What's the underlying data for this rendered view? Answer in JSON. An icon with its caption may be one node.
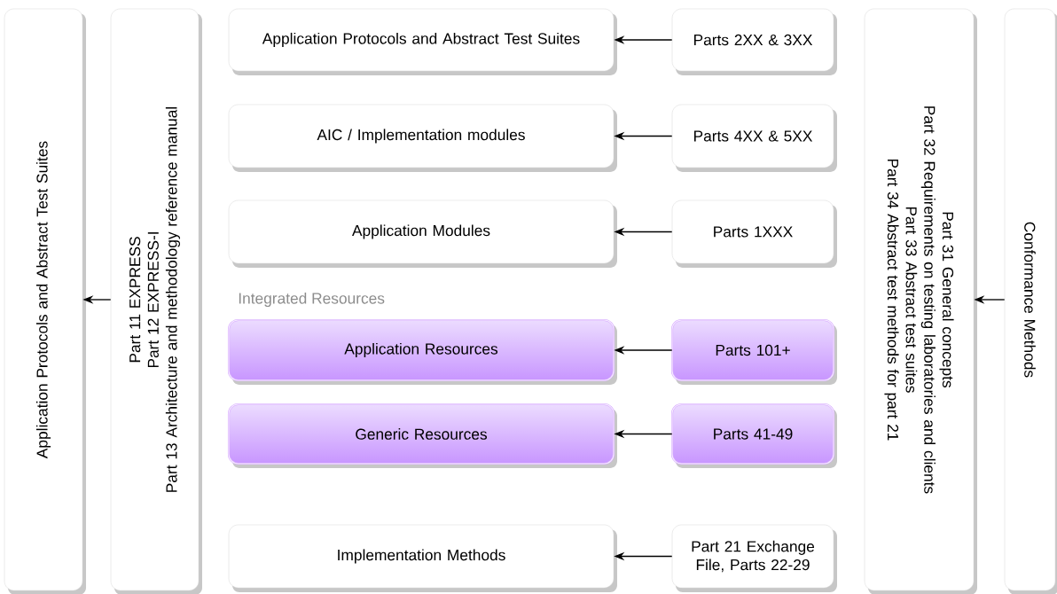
{
  "diagram": {
    "nodes": [
      {
        "text": [
          "Application Protocols and Abstract Test Suites"
        ]
      },
      {
        "text": [
          "Part 11 EXPRESS",
          "Part 12 EXPRESS-I",
          "Part 13 Architecture and methodology reference manual"
        ]
      },
      {
        "text": [
          "Application Protocols and Abstract Test Suites"
        ]
      },
      {
        "text": [
          "Parts 2XX & 3XX"
        ]
      },
      {
        "text": [
          "AIC / Implementation modules"
        ]
      },
      {
        "text": [
          "Parts 4XX & 5XX"
        ]
      },
      {
        "text": [
          "Application Modules"
        ]
      },
      {
        "text": [
          "Parts 1XXX"
        ]
      },
      {
        "text": [
          "Application Resources"
        ]
      },
      {
        "text": [
          "Parts 101+"
        ]
      },
      {
        "text": [
          "Generic Resources"
        ]
      },
      {
        "text": [
          "Parts 41-49"
        ]
      },
      {
        "text": [
          "Implementation Methods"
        ]
      },
      {
        "text": [
          "Part 21 Exchange File, Parts 22-29"
        ]
      },
      {
        "text": [
          "Part 31 General concepts",
          "Part 32 Requirements on testing laboratories and clients",
          "Part 33 Abstract test suites",
          "Part 34 Abstract test methods for part 21"
        ]
      },
      {
        "text": [
          "Conformance Methods"
        ]
      }
    ],
    "edges": [
      {
        "from": 1,
        "to": 0,
        "arrow": "to"
      },
      {
        "from": 3,
        "to": 2,
        "arrow": "to"
      },
      {
        "from": 5,
        "to": 4,
        "arrow": "to"
      },
      {
        "from": 7,
        "to": 6,
        "arrow": "to"
      },
      {
        "from": 9,
        "to": 8,
        "arrow": "to"
      },
      {
        "from": 11,
        "to": 10,
        "arrow": "to"
      },
      {
        "from": 13,
        "to": 12,
        "arrow": "to"
      },
      {
        "from": 15,
        "to": 14,
        "arrow": "to"
      }
    ],
    "labels": [
      "Integrated Resources"
    ]
  }
}
